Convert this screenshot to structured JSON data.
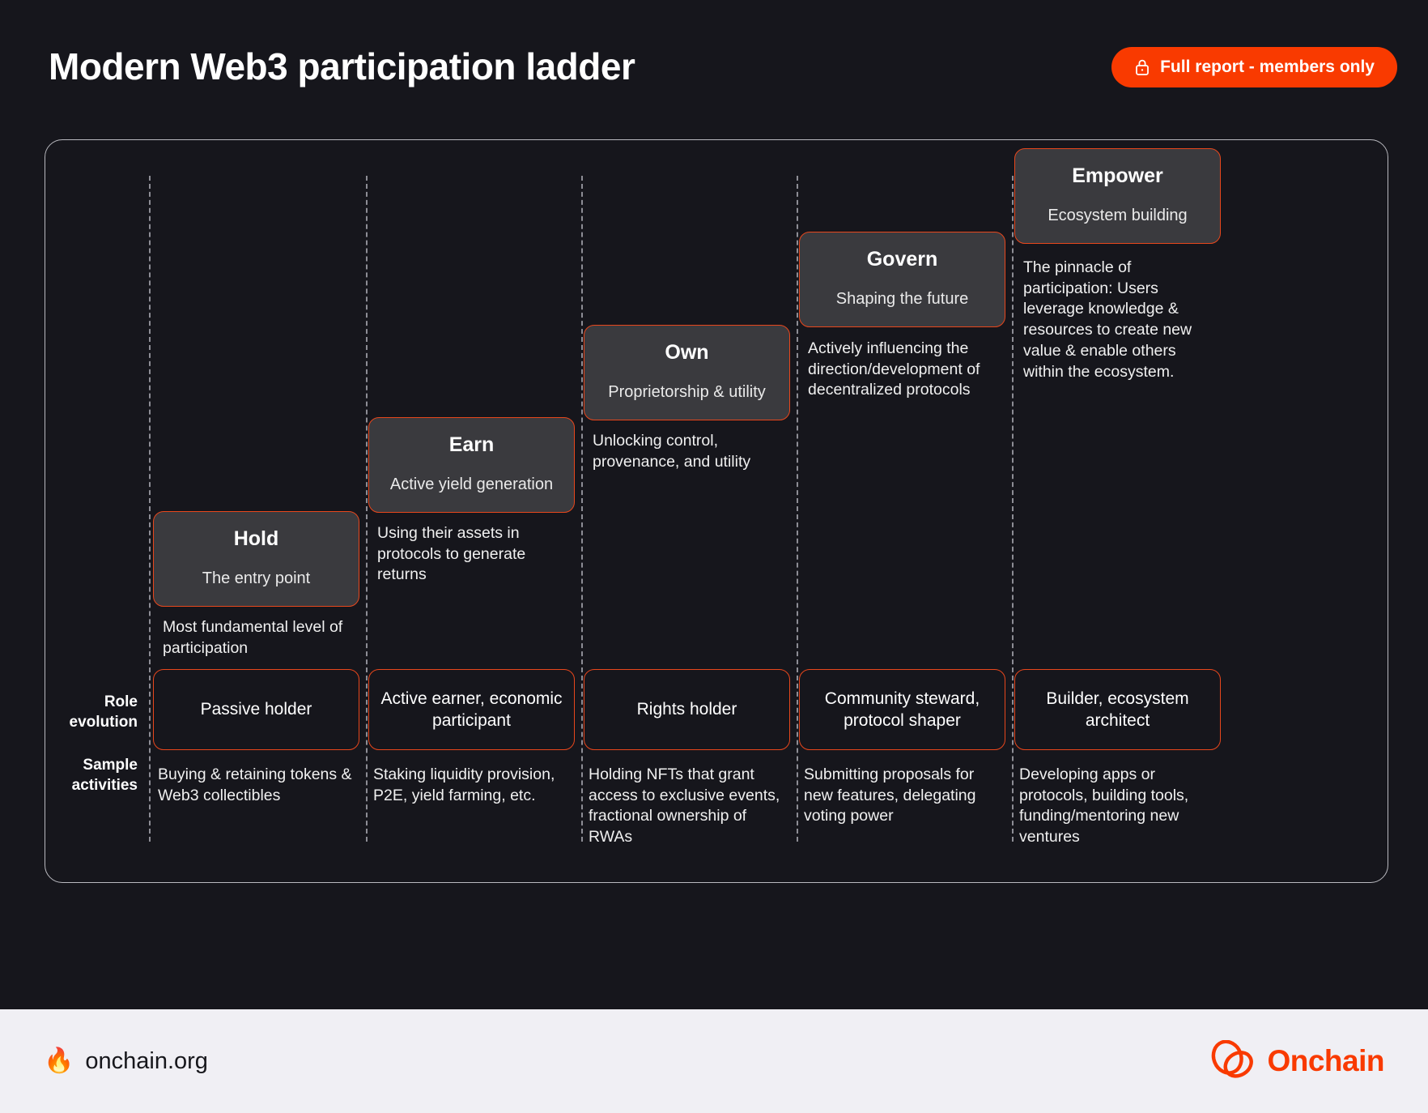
{
  "header": {
    "title": "Modern Web3 participation ladder",
    "badge": {
      "label": "Full report - members only",
      "icon": "lock-icon"
    }
  },
  "accent_color": "#f93a00",
  "box_border_color": "#e8471c",
  "box_fill_color": "#3a3a3e",
  "page_background": "#16161c",
  "footer_background": "#f0eff4",
  "row_labels": {
    "role": "Role\nevolution",
    "role_line1": "Role",
    "role_line2": "evolution",
    "sample_line1": "Sample",
    "sample_line2": "activities"
  },
  "chart_data": {
    "type": "diagram-ladder",
    "title": "Modern Web3 participation ladder",
    "steps": [
      {
        "name": "Hold",
        "subtitle": "The entry point",
        "description": "Most fundamental level of participation",
        "role": "Passive holder",
        "activities": "Buying & retaining tokens & Web3 collectibles",
        "level": 1
      },
      {
        "name": "Earn",
        "subtitle": "Active yield generation",
        "description": "Using their assets in protocols to generate returns",
        "role": "Active earner, economic participant",
        "activities": "Staking liquidity provision, P2E, yield farming, etc.",
        "level": 2
      },
      {
        "name": "Own",
        "subtitle": "Proprietorship & utility",
        "description": "Unlocking control, provenance, and utility",
        "role": "Rights holder",
        "activities": "Holding NFTs that grant access to exclusive events, fractional ownership of RWAs",
        "level": 3
      },
      {
        "name": "Govern",
        "subtitle": "Shaping the future",
        "description": "Actively influencing the direction/development of decentralized protocols",
        "role": "Community steward, protocol shaper",
        "activities": "Submitting proposals for new features, delegating voting power",
        "level": 4
      },
      {
        "name": "Empower",
        "subtitle": "Ecosystem building",
        "description": "The pinnacle of participation: Users leverage knowledge & resources to create new value & enable others within the ecosystem.",
        "role": "Builder, ecosystem architect",
        "activities": "Developing apps or protocols, building tools, funding/mentoring new ventures",
        "level": 5
      }
    ]
  },
  "footer": {
    "flame_icon": "fire-emoji",
    "url": "onchain.org",
    "brand": "Onchain",
    "logo_icon": "onchain-loops-logo"
  }
}
